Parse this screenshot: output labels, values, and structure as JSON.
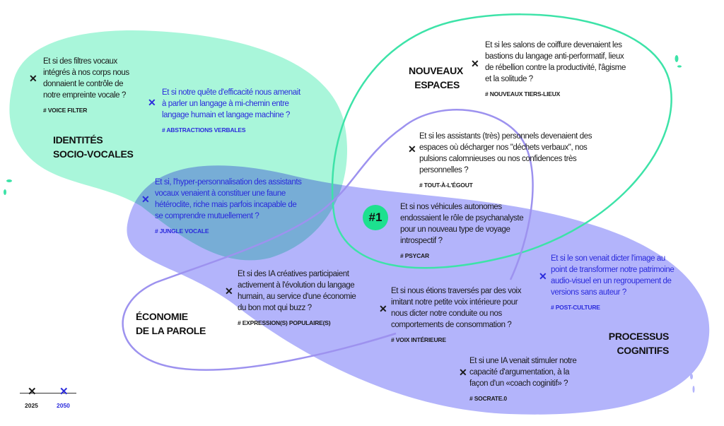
{
  "colors": {
    "green_fill": "#a9f6da",
    "purple_fill": "#b3b4fb",
    "green_stroke": "#3de3a8",
    "purple_stroke": "#9d92ef",
    "blue_text": "#2b2bdc",
    "badge": "#1de08f"
  },
  "themes": {
    "identites": [
      "IDENTITÉS",
      "SOCIO-VOCALES"
    ],
    "nouveaux": [
      "NOUVEAUX",
      "ESPACES"
    ],
    "economie": [
      "ÉCONOMIE",
      "DE LA PAROLE"
    ],
    "processus": [
      "PROCESSUS",
      "COGNITIFS"
    ]
  },
  "badge": "#1",
  "questions": [
    {
      "text": "Et si des filtres vocaux intégrés à nos corps nous donnaient le contrôle de notre empreinte vocale ?",
      "tag": "# VOICE FILTER",
      "year": "2025"
    },
    {
      "text": "Et si notre quête d'efficacité nous amenait à parler un langage à mi-chemin entre langage humain et langage machine ?",
      "tag": "# ABSTRACTIONS VERBALES",
      "year": "2050"
    },
    {
      "text": "Et si, l'hyper-personnalisation des assistants vocaux venaient à constituer une faune hétéroclite, riche mais parfois incapable de se comprendre mutuellement ?",
      "tag": "# JUNGLE VOCALE",
      "year": "2050"
    },
    {
      "text": "Et si les salons de coiffure devenaient les bastions du langage anti-performatif, lieux de rébellion contre la productivité, l'âgisme et la solitude ?",
      "tag": "# NOUVEAUX TIERS-LIEUX",
      "year": "2025"
    },
    {
      "text": "Et si les assistants (très) personnels devenaient des espaces où décharger nos \"déchets verbaux\", nos pulsions calomnieuses ou nos confidences très personnelles ?",
      "tag": "# TOUT-À-L'ÉGOUT",
      "year": "2025"
    },
    {
      "text": "Et si nos véhicules autonomes endossaient le rôle de psychanalyste pour un nouveau type de voyage introspectif ?",
      "tag": "# PSYCAR",
      "year": "2025"
    },
    {
      "text": "Et si le son venait dicter l'image au point de transformer notre patrimoine audio-visuel en un regroupement de versions sans auteur ?",
      "tag": "# POST-CULTURE",
      "year": "2050"
    },
    {
      "text": "Et si des IA créatives participaient activement à l'évolution du langage humain, au service d'une économie du bon mot qui buzz ?",
      "tag": "# EXPRESSION(S) POPULAIRE(S)",
      "year": "2025"
    },
    {
      "text": "Et si nous étions traversés par des voix imitant notre petite voix intérieure pour nous dicter notre conduite ou nos comportements de consommation ?",
      "tag": "# VOIX INTÉRIEURE",
      "year": "2025"
    },
    {
      "text": "Et si une IA venait stimuler notre capacité d'argumentation, à la façon d'un «coach coginitif» ?",
      "tag": "# SOCRATE.0",
      "year": "2025"
    }
  ],
  "legend": {
    "mark": "✕",
    "items": [
      {
        "label": "2025"
      },
      {
        "label": "2050"
      }
    ]
  }
}
